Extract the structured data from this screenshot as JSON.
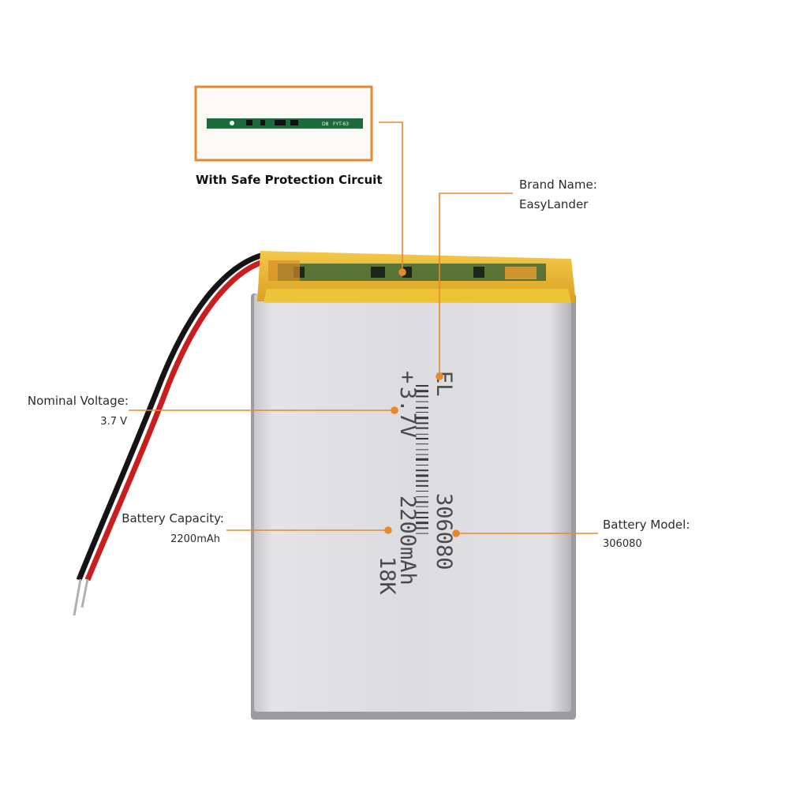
{
  "protection": {
    "caption": "With Safe Protection Circuit",
    "pcb_marking": "FYT-63",
    "pcb_marking_small": "D8"
  },
  "brand": {
    "heading": "Brand Name:",
    "value": "EasyLander"
  },
  "voltage": {
    "heading": "Nominal Voltage:",
    "value": "3.7 V"
  },
  "capacity": {
    "heading": "Battery  Capacity:",
    "value": "2200mAh"
  },
  "model": {
    "heading": "Battery Model:",
    "value": "306080"
  },
  "cell_print": {
    "plus": "+",
    "brand_code": "EL",
    "voltage": "3.7V",
    "model": "306080",
    "capacity": "2200mAh",
    "date_code": "18K"
  },
  "colors": {
    "callout": "#e8882c",
    "tape": "#e8b730",
    "pcb": "#1d6b3c",
    "cell": "#dcdcdf"
  }
}
